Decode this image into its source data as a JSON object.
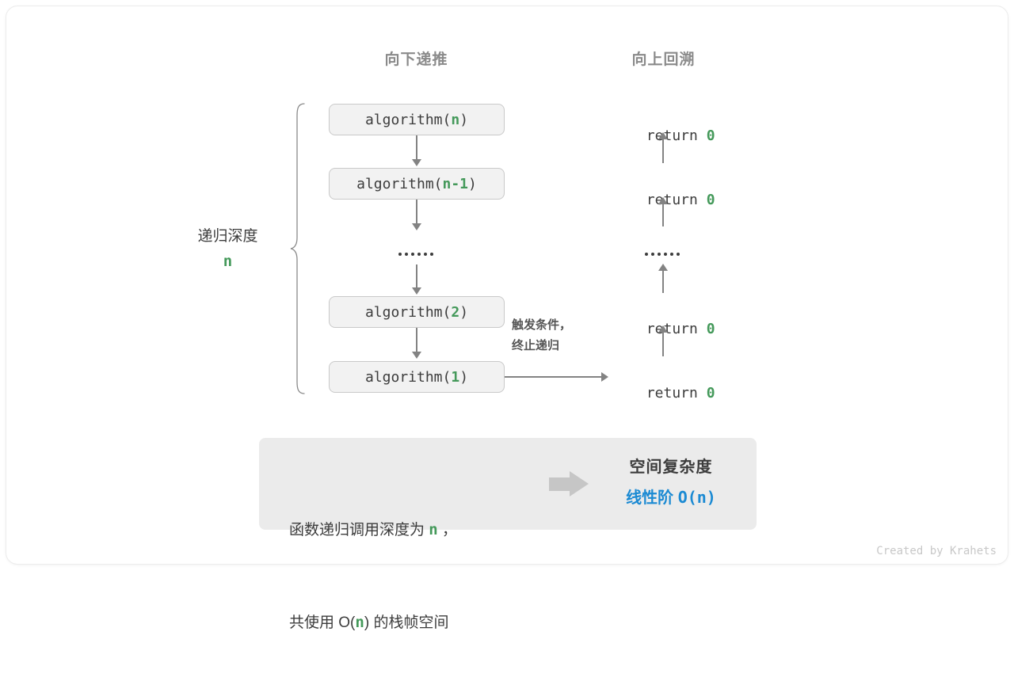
{
  "columns": {
    "down_label": "向下递推",
    "up_label": "向上回溯"
  },
  "depth": {
    "label": "递归深度",
    "value": "n"
  },
  "call_stack": [
    {
      "prefix": "algorithm(",
      "arg": "n",
      "suffix": ")"
    },
    {
      "prefix": "algorithm(",
      "arg": "n-1",
      "suffix": ")"
    },
    {
      "prefix": "algorithm(",
      "arg": "2",
      "suffix": ")"
    },
    {
      "prefix": "algorithm(",
      "arg": "1",
      "suffix": ")"
    }
  ],
  "returns": [
    {
      "keyword": "return ",
      "value": "0"
    },
    {
      "keyword": "return ",
      "value": "0"
    },
    {
      "keyword": "return ",
      "value": "0"
    },
    {
      "keyword": "return ",
      "value": "0"
    }
  ],
  "ellipsis_dots": 6,
  "trigger_note": {
    "line1": "触发条件，",
    "line2": "终止递归"
  },
  "summary": {
    "left_line1_a": "函数递归调用深度为 ",
    "left_line1_n": "n",
    "left_line1_b": " ，",
    "left_line2_a": "共使用 O(",
    "left_line2_n": "n",
    "left_line2_b": ") 的栈帧空间",
    "arrow": "right-block-arrow",
    "title": "空间复杂度",
    "value_name": "线性阶",
    "value_expr": "O(n)"
  },
  "credit": "Created by Krahets",
  "colors": {
    "accent_green": "#44995a",
    "accent_blue": "#1b8ad3",
    "text_dark": "#3c3c3c",
    "text_muted": "#8a8a8a",
    "arrow_gray": "#838383",
    "box_fill": "#f2f2f2",
    "panel_fill": "#ebebeb"
  }
}
